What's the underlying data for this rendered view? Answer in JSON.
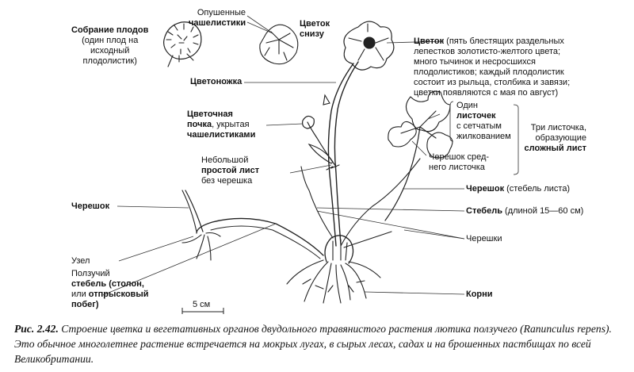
{
  "labels": {
    "fruit_cluster": {
      "title": "Собрание плодов",
      "l2": "(один плод на",
      "l3": "исходный",
      "l4": "плодолистик)"
    },
    "sepals": {
      "l1": "Опушенные",
      "l2": "чашелистики"
    },
    "flower_below": {
      "l1": "Цветок",
      "l2": "снизу"
    },
    "flower": {
      "title": "Цветок",
      "l1_rest": " (пять блестящих раздельных",
      "l2": "лепестков золотисто-желтого цвета;",
      "l3": "много тычинок и несросшихся",
      "l4": "плодолистиков; каждый плодолистик",
      "l5": "состоит из рыльца, столбика и завязи;",
      "l6": "цветки появляются с мая по август)"
    },
    "pedicel": "Цветоножка",
    "bud": {
      "l1": "Цветочная",
      "l2_b": "почка",
      "l2_rest": ", укрытая",
      "l3": "чашелистиками"
    },
    "small_leaf": {
      "l1": "Небольшой",
      "l2": "простой лист",
      "l3": "без черешка"
    },
    "one_leaflet": {
      "l1": "Один",
      "l2": "листочек",
      "l3": "с сетчатым",
      "l4": "жилкованием"
    },
    "three_leaflets": {
      "l1": "Три листочка,",
      "l2": "образующие",
      "l3": "сложный лист"
    },
    "mid_petiole": {
      "l1": "Черешок сред-",
      "l2": "него листочка"
    },
    "petiole_right": {
      "b": "Черешок",
      "rest": " (стебель листа)"
    },
    "stem": {
      "b": "Стебель",
      "rest": " (длиной 15—60 см)"
    },
    "petioles": "Черешки",
    "petiole_left": "Черешок",
    "node": "Узел",
    "runner": {
      "l1": "Ползучий",
      "l2_b": "стебель",
      "l2_rest": " (столон,",
      "l3_pre": "или ",
      "l3_b": "отпрысковый",
      "l4": "побег)"
    },
    "roots": "Корни",
    "scale": "5 см"
  },
  "caption": {
    "number": "Рис. 2.42.",
    "text": " Строение цветка и вегетативных органов двудольного травянистого растения лютика ползучего (Ranunculus repens). Это обычное многолетнее растение встречается на мокрых лугах, в сырых лесах, садах и на брошенных пастбищах по всей Великобритании."
  }
}
